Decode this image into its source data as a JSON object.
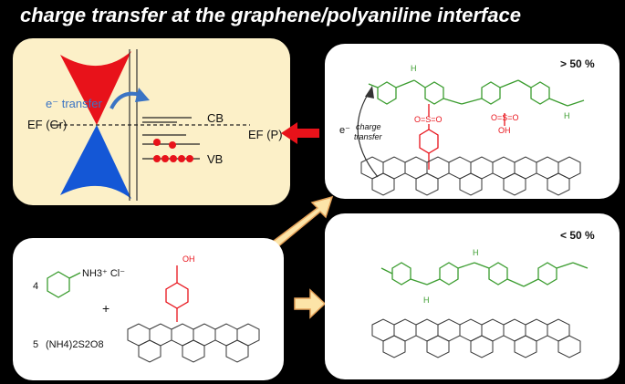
{
  "title": "charge transfer at the graphene/polyaniline interface",
  "band_diagram": {
    "transfer_label": "e⁻ transfer",
    "ef_graphene": "EF (Gr)",
    "ef_polymer": "EF (P)",
    "cb": "CB",
    "vb": "VB"
  },
  "panel_high": {
    "percent": "> 50 %",
    "electron": "e⁻",
    "charge": "charge",
    "transfer": "transfer",
    "so3_a": "O=S=O",
    "so3_b": "O=S=O",
    "oh": "OH",
    "nh_plus": "H",
    "n_h": "H"
  },
  "panel_low": {
    "percent": "< 50 %",
    "nh": "H",
    "nh_plus": "H"
  },
  "reagents": {
    "coef_aniline": "4",
    "anilinium": "NH3⁺ Cl⁻",
    "plus": "+",
    "coef_aps": "5",
    "aps": "(NH4)2S2O8",
    "oh": "OH"
  },
  "colors": {
    "red": "#e8121a",
    "blue": "#1457d6",
    "green": "#3a9c2e",
    "panel_beige": "#fcf0c8",
    "arrow_fill": "#fce4a8",
    "arrow_stroke": "#e6a35a"
  }
}
